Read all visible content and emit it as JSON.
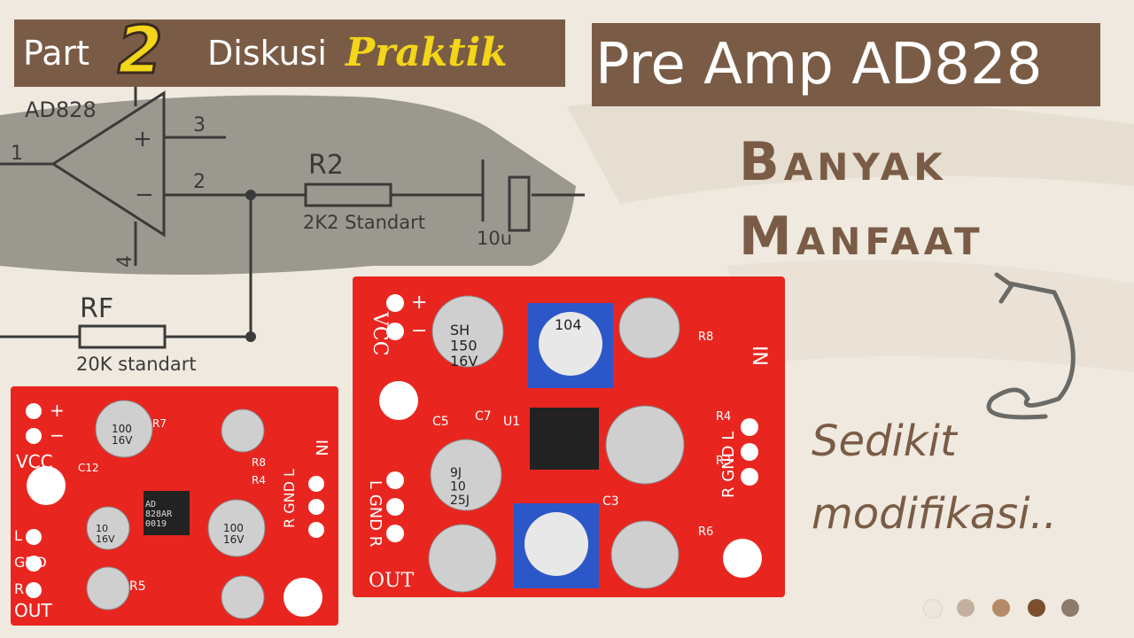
{
  "header": {
    "part_label": "Part",
    "part_number": "2",
    "discussion": "Diskusi",
    "practice": "Praktik"
  },
  "title": "Pre Amp AD828",
  "benefit": {
    "line1": "Banyak",
    "line2": "Manfaat"
  },
  "modification": {
    "line1": "Sedikit",
    "line2": "modifikasi.."
  },
  "schematic": {
    "chip": "AD828",
    "pin1": "1",
    "pin2": "2",
    "pin3": "3",
    "pin4": "4",
    "plus": "+",
    "minus": "−",
    "r2_name": "R2",
    "r2_value": "2K2 Standart",
    "cap_value": "10u",
    "rf_name": "RF",
    "rf_value": "20K standart"
  },
  "board_small": {
    "vcc": "VCC",
    "plus": "+",
    "minus": "−",
    "in": "IN",
    "r_gnd_l": "R GND L",
    "l": "L",
    "gnd": "GND",
    "r": "R",
    "out": "OUT",
    "chip": "AD\n828AR\n0019",
    "cap_big1": "100\n16V",
    "cap_big2": "100\n16V",
    "cap_small": "10\n16V",
    "r7": "R7",
    "r8": "R8",
    "r4": "R4",
    "r5": "R5",
    "c12": "C12"
  },
  "board_large": {
    "vcc": "VCC",
    "plus": "+",
    "minus": "−",
    "in": "IN",
    "r_gnd_l": "R GND L",
    "l_gnd_r": "L GND R",
    "out": "OUT",
    "cap_sh": "SH\n150\n16V",
    "trimmer": "104",
    "cap_9j": "9J\n10\n25J",
    "c5": "C5",
    "c7": "C7",
    "u1": "U1",
    "c3": "C3",
    "r8": "R8",
    "r4": "R4",
    "r3": "R3",
    "r6": "R6"
  },
  "palette": {
    "brown": "#7a5c46",
    "yellow": "#f3d51a",
    "bg": "#efe9df",
    "board_red": "#e8261f",
    "dots": [
      "#ece6dc",
      "#c5b0a0",
      "#b58b67",
      "#7a4e2e",
      "#8c7a6d"
    ]
  }
}
